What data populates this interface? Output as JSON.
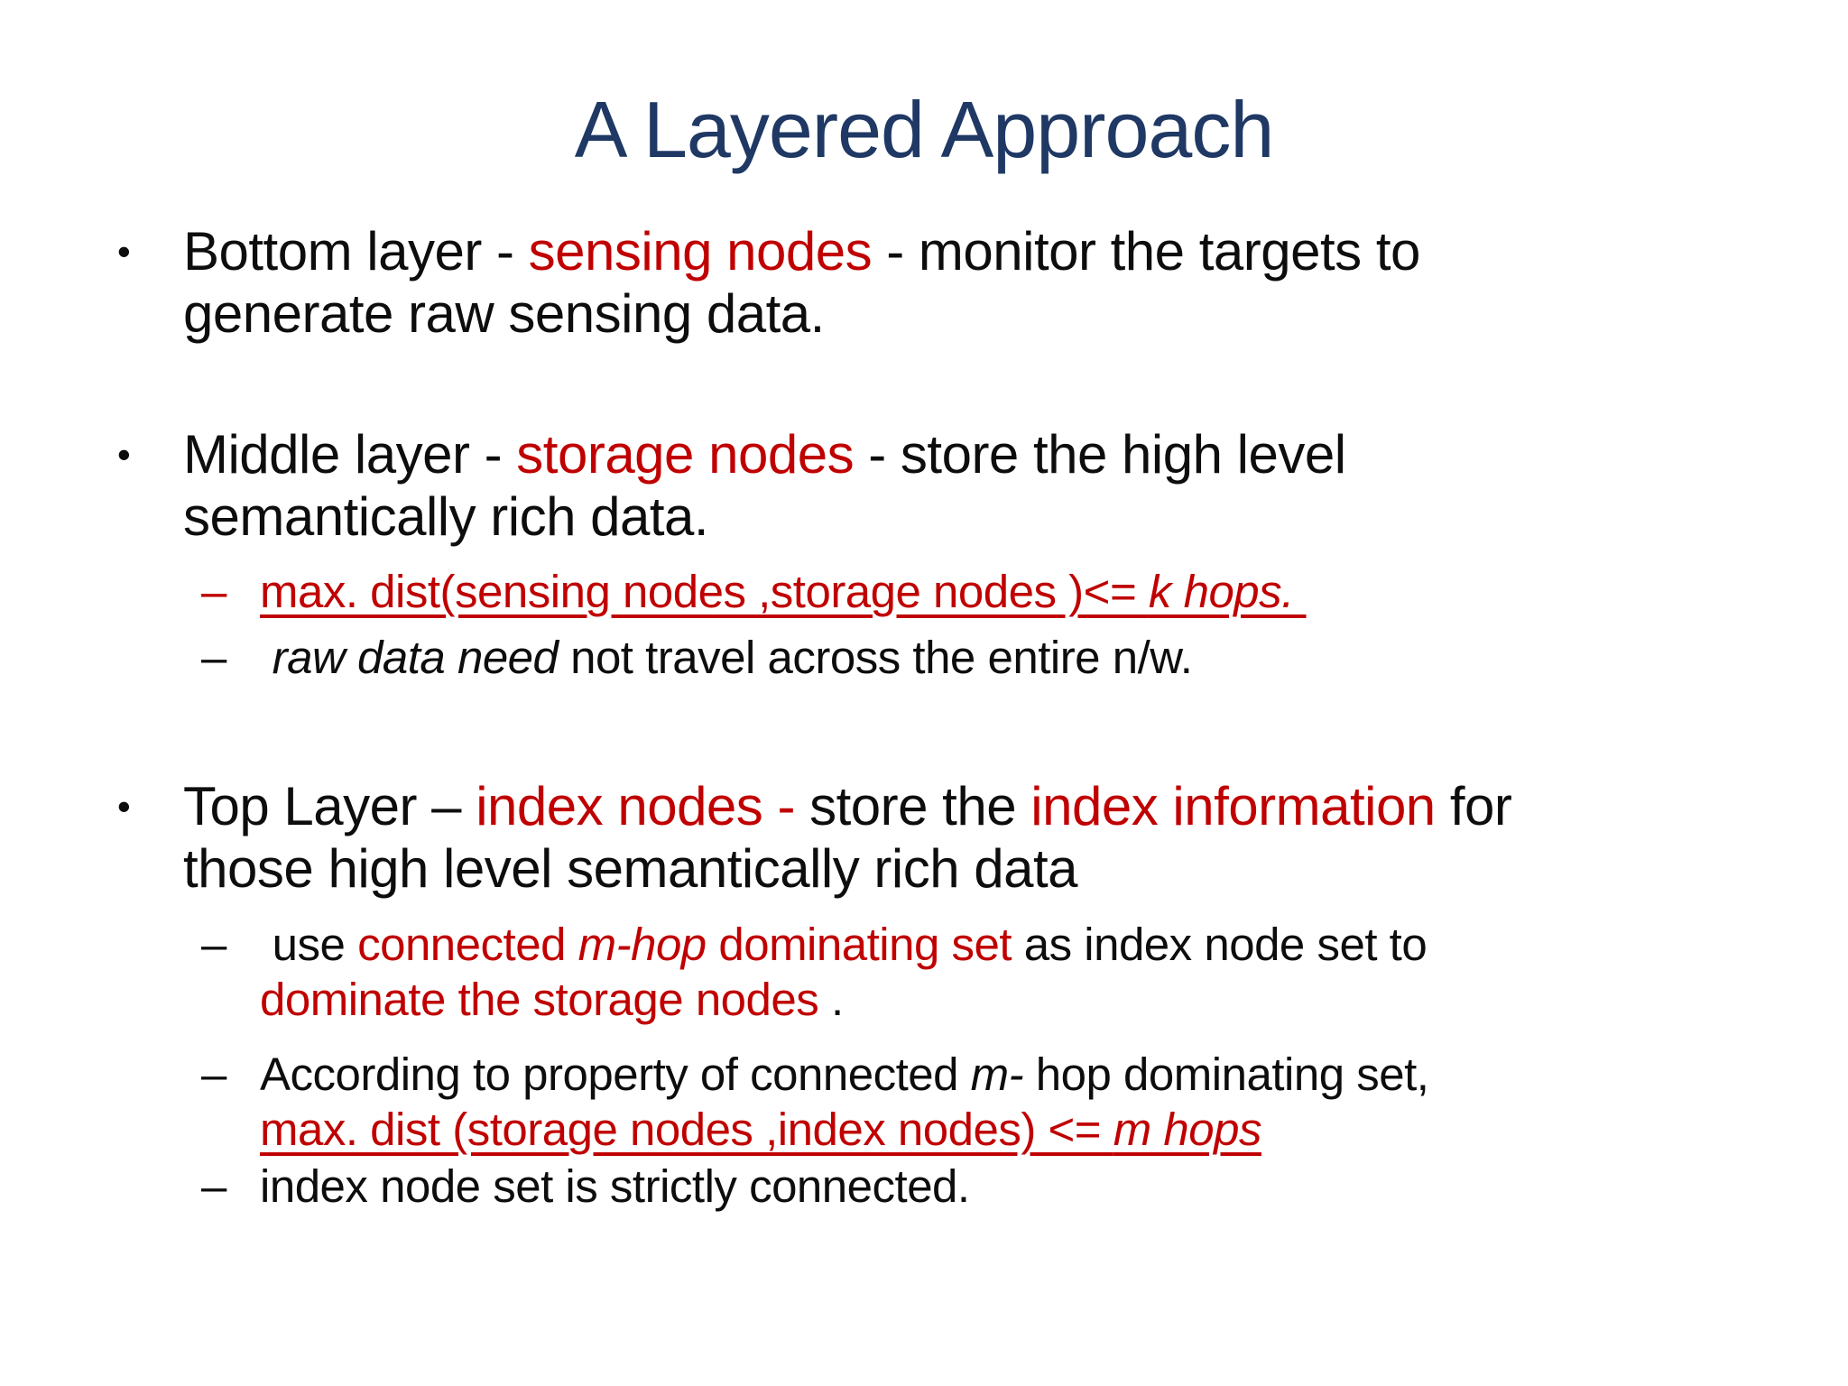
{
  "slide": {
    "title": "A Layered Approach",
    "colors": {
      "background": "#ffffff",
      "title": "#1f3864",
      "body": "#0d0d0d",
      "accent_red": "#c00000"
    },
    "bullets": [
      {
        "level": 1,
        "marker": "•",
        "marker_color": "body",
        "lines": [
          [
            {
              "t": "Bottom layer - "
            },
            {
              "t": "sensing nodes",
              "c": "red"
            },
            {
              "t": " - monitor the targets to"
            }
          ],
          [
            {
              "t": "generate raw sensing data."
            }
          ]
        ]
      },
      {
        "level": 1,
        "marker": "•",
        "marker_color": "body",
        "lines": [
          [
            {
              "t": "Middle layer - "
            },
            {
              "t": "storage nodes",
              "c": "red"
            },
            {
              "t": " - store the high level"
            }
          ],
          [
            {
              "t": "semantically rich data."
            }
          ]
        ]
      },
      {
        "level": 2,
        "marker": "–",
        "marker_color": "red",
        "lines": [
          [
            {
              "t": "max. dist(sensing nodes ,storage nodes )<= ",
              "c": "red",
              "u": true
            },
            {
              "t": "k hops. ",
              "c": "red",
              "i": true,
              "u": true
            }
          ]
        ]
      },
      {
        "level": 2,
        "marker": "–",
        "marker_color": "body",
        "lines": [
          [
            {
              "t": " "
            },
            {
              "t": "raw data need",
              "i": true
            },
            {
              "t": " not travel across the entire n/w."
            }
          ]
        ]
      },
      {
        "level": 1,
        "marker": "•",
        "marker_color": "body",
        "lines": [
          [
            {
              "t": "Top Layer – "
            },
            {
              "t": "index nodes - ",
              "c": "red"
            },
            {
              "t": "store the "
            },
            {
              "t": "index information",
              "c": "red"
            },
            {
              "t": " for"
            }
          ],
          [
            {
              "t": "those high level semantically rich data"
            }
          ]
        ]
      },
      {
        "level": 2,
        "marker": "–",
        "marker_color": "body",
        "lines": [
          [
            {
              "t": " use "
            },
            {
              "t": "connected ",
              "c": "red"
            },
            {
              "t": "m-hop",
              "c": "red",
              "i": true
            },
            {
              "t": " dominating set",
              "c": "red"
            },
            {
              "t": " as index node set to"
            }
          ],
          [
            {
              "t": "dominate the storage nodes",
              "c": "red"
            },
            {
              "t": " ."
            }
          ]
        ]
      },
      {
        "level": 2,
        "marker": "–",
        "marker_color": "body",
        "lines": [
          [
            {
              "t": "According to property of connected "
            },
            {
              "t": "m-",
              "i": true
            },
            {
              "t": " hop dominating set,"
            }
          ],
          [
            {
              "t": "max. dist (storage nodes ,index nodes) <= ",
              "c": "red",
              "u": true
            },
            {
              "t": "m hops",
              "c": "red",
              "i": true,
              "u": true
            }
          ]
        ]
      },
      {
        "level": 2,
        "marker": "–",
        "marker_color": "body",
        "lines": [
          [
            {
              "t": "index node set is strictly connected."
            }
          ]
        ]
      }
    ]
  }
}
